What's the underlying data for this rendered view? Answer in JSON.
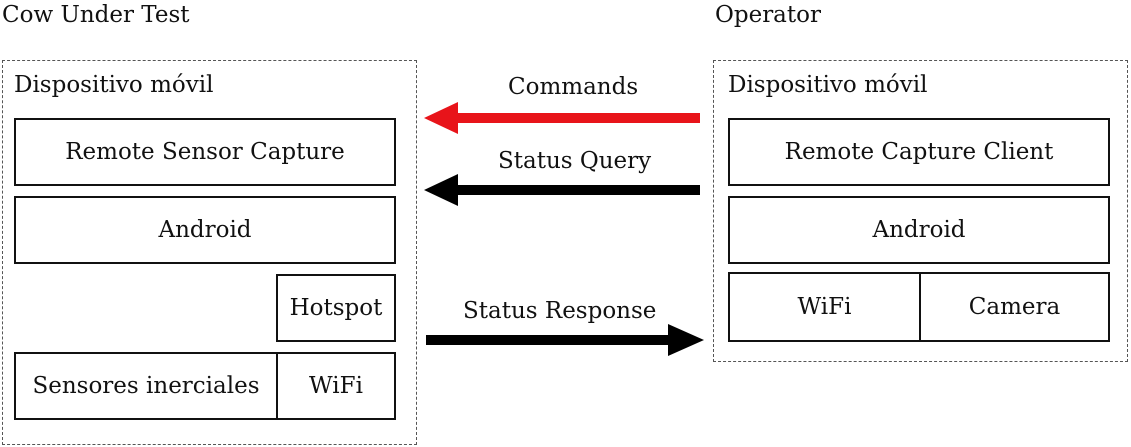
{
  "left_panel": {
    "title": "Cow Under Test",
    "device_label": "Dispositivo móvil",
    "remote_sensor_capture": "Remote Sensor Capture",
    "android": "Android",
    "hotspot": "Hotspot",
    "sensores_inerciales": "Sensores inerciales",
    "wifi": "WiFi"
  },
  "right_panel": {
    "title": "Operator",
    "device_label": "Dispositivo móvil",
    "remote_capture_client": "Remote Capture Client",
    "android": "Android",
    "wifi": "WiFi",
    "camera": "Camera"
  },
  "arrows": {
    "commands": {
      "label": "Commands",
      "color": "#e8141a",
      "direction": "left"
    },
    "status_query": {
      "label": "Status Query",
      "color": "#000000",
      "direction": "left"
    },
    "status_response": {
      "label": "Status Response",
      "color": "#000000",
      "direction": "right"
    }
  }
}
